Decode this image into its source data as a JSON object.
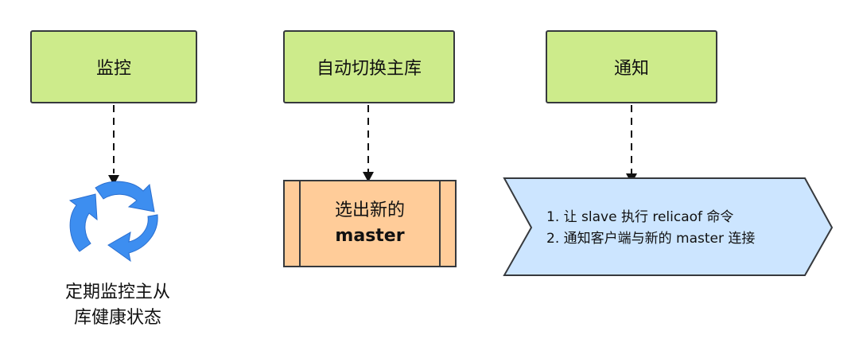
{
  "steps": [
    {
      "label": "监控"
    },
    {
      "label": "自动切换主库"
    },
    {
      "label": "通知"
    }
  ],
  "monitor_caption": [
    "定期监控主从",
    "库健康状态"
  ],
  "failover_box": {
    "line1": "选出新的",
    "line2": "master"
  },
  "notify_items": [
    "1. 让 slave 执行 relicaof 命令",
    "2. 通知客户端与新的 master 连接"
  ],
  "colors": {
    "step_fill": "#cdeb8b",
    "failover_fill": "#ffcc99",
    "notify_fill": "#cce5ff",
    "cycle_arrows": "#3d8ef0",
    "stroke": "#36393d"
  },
  "icons": [
    "recycle-arrows-icon"
  ]
}
